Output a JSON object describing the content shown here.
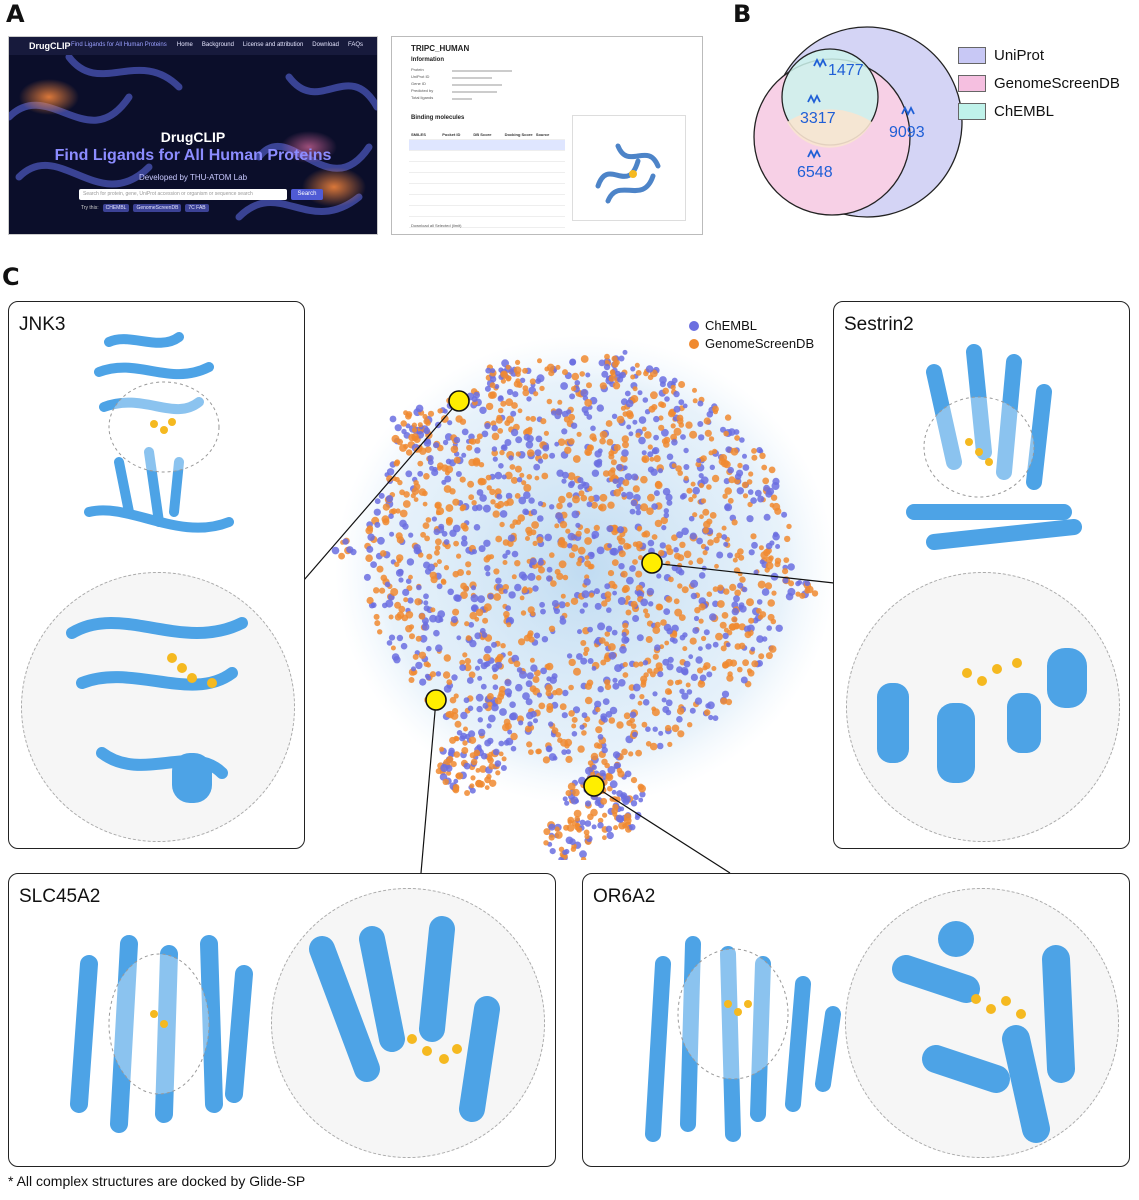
{
  "panels": {
    "a": "A",
    "b": "B",
    "c": "C"
  },
  "panel_a": {
    "site": {
      "brand": "DrugCLIP",
      "brand_sub": "Find Ligands for All Human Proteins",
      "nav": [
        "Home",
        "Background",
        "License and attribution",
        "Download",
        "FAQs"
      ],
      "hero_title": "DrugCLIP",
      "hero_subtitle": "Find Ligands for All Human Proteins",
      "developer": "Developed by THU-ATOM Lab",
      "search_placeholder": "Search for protein, gene, UniProt accession or organism or sequence search",
      "search_button": "Search",
      "try_label": "Try this:",
      "try_chips": [
        "CHEMBL",
        "GenomeScreenDB",
        "7C FAB"
      ]
    },
    "detail": {
      "title": "TRIPC_HUMAN",
      "info_heading": "Information",
      "info_rows": [
        "Protein",
        "UniProt ID",
        "Gene ID",
        "Predicted by",
        "Total ligands"
      ],
      "binding_heading": "Binding molecules",
      "columns": [
        "SMILES",
        "Pocket ID",
        "DB Score",
        "Docking Score",
        "Source"
      ],
      "footer": "Download all Selected (limit)"
    }
  },
  "panel_b": {
    "venn": {
      "chembl_only": "1477",
      "overlap_all": "3317",
      "uniprot_only": "9093",
      "genome_uniprot": "6548"
    },
    "legend": [
      {
        "label": "UniProt",
        "color": "#c8c8f5"
      },
      {
        "label": "GenomeScreenDB",
        "color": "#f5bfe0"
      },
      {
        "label": "ChEMBL",
        "color": "#bff2ea"
      }
    ]
  },
  "panel_c": {
    "legend": [
      {
        "label": "ChEMBL",
        "color": "#6b6fe0"
      },
      {
        "label": "GenomeScreenDB",
        "color": "#f08a30"
      }
    ],
    "proteins": {
      "jnk3": "JNK3",
      "sestrin2": "Sestrin2",
      "slc45a2": "SLC45A2",
      "or6a2": "OR6A2"
    },
    "footnote": "* All complex structures are docked by Glide-SP"
  },
  "colors": {
    "protein": "#4da3e6",
    "ligand": "#f5b920",
    "marker": "#ffee00"
  }
}
